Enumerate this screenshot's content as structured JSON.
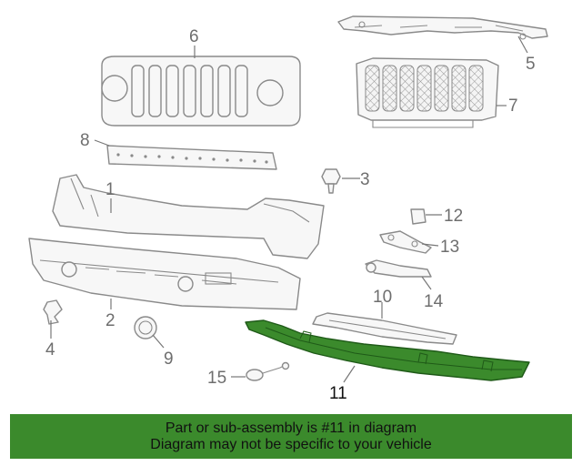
{
  "diagram": {
    "callouts": {
      "c1": "1",
      "c2": "2",
      "c3": "3",
      "c4": "4",
      "c5": "5",
      "c6": "6",
      "c7": "7",
      "c8": "8",
      "c9": "9",
      "c10": "10",
      "c11": "11",
      "c12": "12",
      "c13": "13",
      "c14": "14",
      "c15": "15"
    },
    "highlight_color": "#3b8a2c"
  },
  "banner": {
    "line1": "Part or sub-assembly is #11 in diagram",
    "line2": "Diagram may not be specific to your vehicle"
  }
}
